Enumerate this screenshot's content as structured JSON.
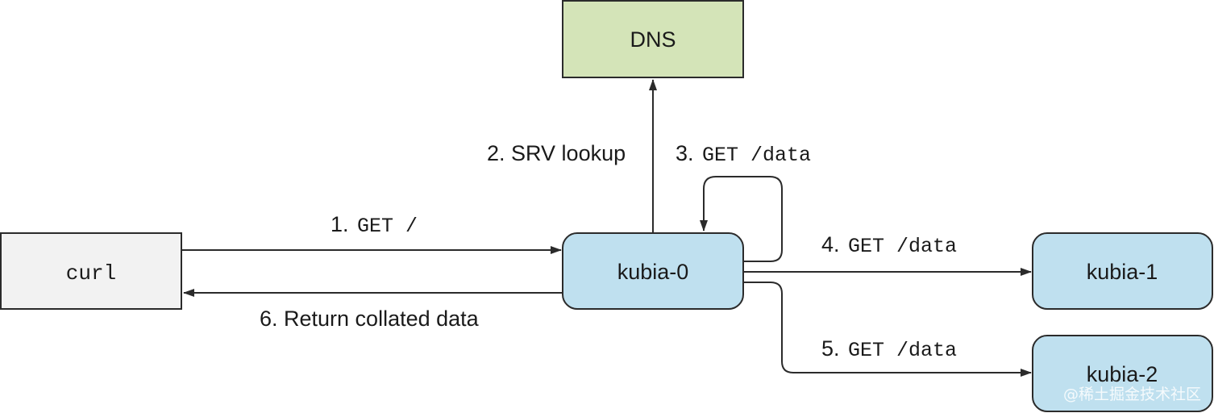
{
  "nodes": {
    "dns": {
      "label": "DNS",
      "color": "#d4e4b8"
    },
    "curl": {
      "label": "curl",
      "color": "#f2f2f2"
    },
    "kubia0": {
      "label": "kubia-0",
      "color": "#bfe0ef"
    },
    "kubia1": {
      "label": "kubia-1",
      "color": "#bfe0ef"
    },
    "kubia2": {
      "label": "kubia-2",
      "color": "#bfe0ef"
    }
  },
  "edges": {
    "step1": {
      "num": "1.",
      "text": "GET /"
    },
    "step2": {
      "label": "2. SRV lookup"
    },
    "step3": {
      "num": "3.",
      "text": "GET /data"
    },
    "step4": {
      "num": "4.",
      "text": "GET /data"
    },
    "step5": {
      "num": "5.",
      "text": "GET /data"
    },
    "step6": {
      "label": "6. Return collated data"
    }
  },
  "watermark": "@稀土掘金技术社区",
  "colors": {
    "stroke": "#2b2b2b",
    "text": "#1a1a1a"
  }
}
